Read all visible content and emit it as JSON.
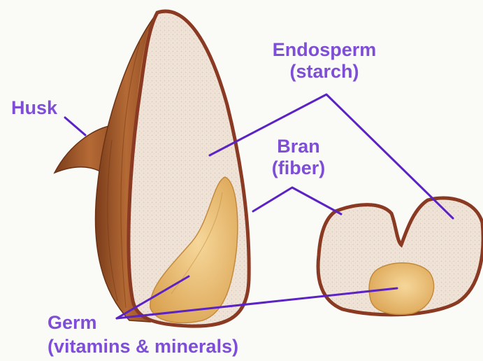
{
  "labels": {
    "endosperm": {
      "name": "Endosperm",
      "detail": "(starch)"
    },
    "husk": {
      "name": "Husk"
    },
    "bran": {
      "name": "Bran",
      "detail": "(fiber)"
    },
    "germ": {
      "name": "Germ",
      "detail": "(vitamins & minerals)"
    }
  },
  "colors": {
    "label": "#7e4fd6",
    "leader_line": "#5b22c4",
    "outline": "#8a3a22",
    "endosperm_fill": "#efe2d6",
    "germ_fill": "#e8b96a",
    "husk_fill": "#a85e2e"
  }
}
